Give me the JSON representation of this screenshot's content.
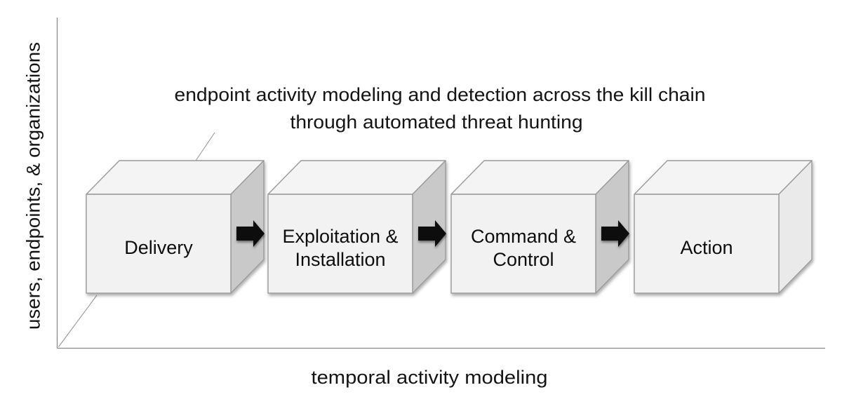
{
  "diagram": {
    "title_line1": "endpoint activity modeling and detection across the kill chain",
    "title_line2": "through automated threat hunting",
    "y_axis_label": "users, endpoints, & organizations",
    "x_axis_label": "temporal activity modeling",
    "stages": [
      {
        "name": "delivery",
        "lines": [
          "Delivery"
        ]
      },
      {
        "name": "exploitation-installation",
        "lines": [
          "Exploitation &",
          "Installation"
        ]
      },
      {
        "name": "command-control",
        "lines": [
          "Command &",
          "Control"
        ]
      },
      {
        "name": "action",
        "lines": [
          "Action"
        ]
      }
    ],
    "colors": {
      "background": "#ffffff",
      "box_front": "#f2f2f2",
      "box_top": "#f4f4f4",
      "box_side": "#c9c9c9",
      "box_side_light": "#eaeaea",
      "box_border": "#9a9a9a",
      "axis_line": "#8a8a8a",
      "arrow": "#0d0d0d",
      "text": "#141414"
    }
  }
}
